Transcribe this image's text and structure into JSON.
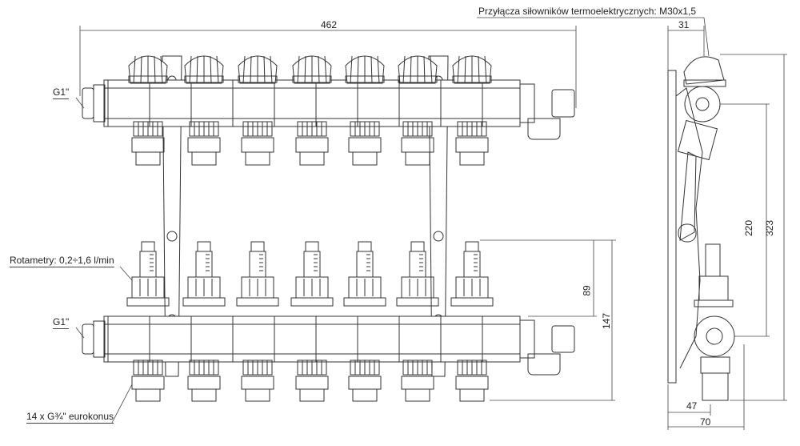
{
  "labels": {
    "actuator_connections": "Przyłącza siłowników termoelektrycznych: M30x1,5",
    "supply_top": "G1\"",
    "supply_bottom": "G1\"",
    "rotameters": "Rotametry: 0,2÷1,6 l/min",
    "outlets": "14 x G¾\" eurokonus"
  },
  "dimensions": {
    "total_width": "462",
    "depth_top": "31",
    "bar_spacing": "220",
    "total_height": "323",
    "rotameter_height": "89",
    "lower_height": "147",
    "depth_bottom_axis": "47",
    "depth_total": "70"
  },
  "circuits": 7,
  "colors": {
    "line": "#333333",
    "background": "#ffffff"
  }
}
